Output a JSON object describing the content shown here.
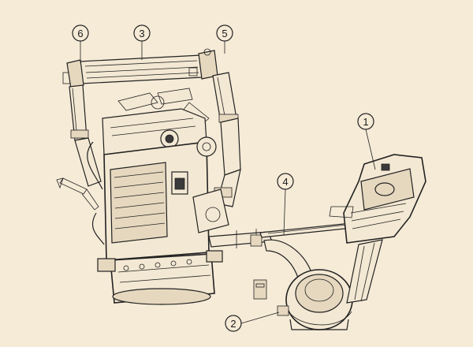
{
  "callouts": [
    {
      "id": "callout-6",
      "label": "6"
    },
    {
      "id": "callout-3",
      "label": "3"
    },
    {
      "id": "callout-5",
      "label": "5"
    },
    {
      "id": "callout-1",
      "label": "1"
    },
    {
      "id": "callout-4",
      "label": "4"
    },
    {
      "id": "callout-2",
      "label": "2"
    }
  ],
  "colors": {
    "background": "#f6ebd7",
    "line": "#222222"
  }
}
